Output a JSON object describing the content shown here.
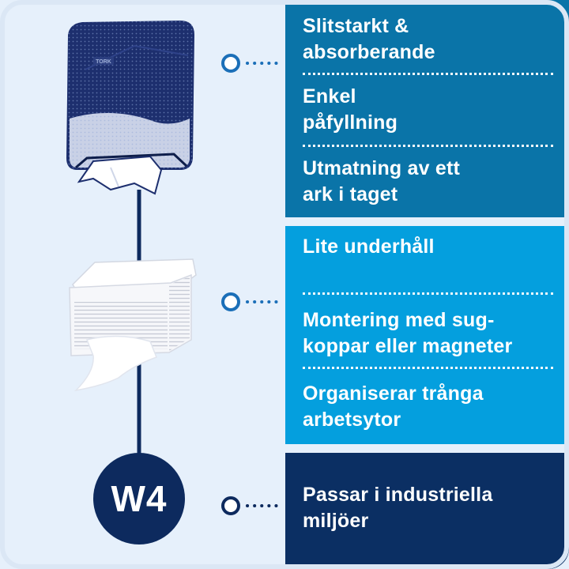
{
  "product": {
    "badge": "W4",
    "logo_text": "TORK"
  },
  "colors": {
    "background": "#e6f0fb",
    "panel_top": "#0a74a8",
    "panel_middle": "#049fde",
    "panel_bottom": "#0b2f63",
    "navy": "#0d2a5e",
    "connector": "#1b6fb8"
  },
  "panels": {
    "top": {
      "items": [
        {
          "line1": "Slitstarkt &",
          "line2": "absorberande"
        },
        {
          "line1": "Enkel",
          "line2": "påfyllning"
        },
        {
          "line1": "Utmatning av ett",
          "line2": "ark i taget"
        }
      ]
    },
    "middle": {
      "items": [
        {
          "line1": "Lite underhåll",
          "line2": ""
        },
        {
          "line1": "Montering med sug-",
          "line2": "koppar eller magneter"
        },
        {
          "line1": "Organiserar trånga",
          "line2": "arbetsytor"
        }
      ]
    },
    "bottom": {
      "items": [
        {
          "line1": "Passar i industriella",
          "line2": "miljöer"
        }
      ]
    }
  }
}
